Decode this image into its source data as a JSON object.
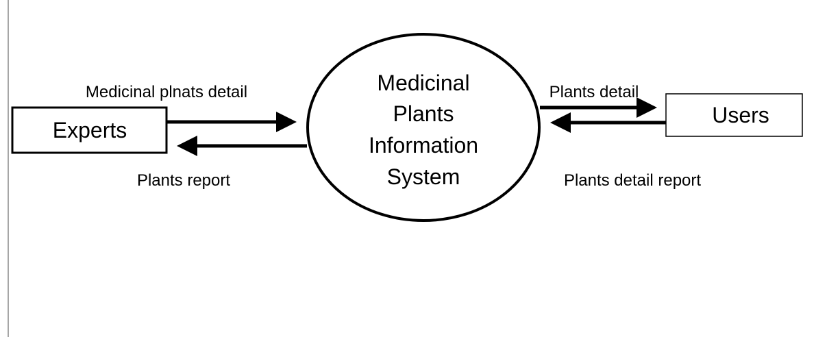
{
  "diagram": {
    "process": {
      "lines": [
        "Medicinal",
        "Plants",
        "Information",
        "System"
      ]
    },
    "entities": {
      "experts": "Experts",
      "users": "Users"
    },
    "flows": {
      "experts_to_process": "Medicinal plnats detail",
      "process_to_experts": "Plants report",
      "process_to_users": "Plants detail",
      "users_to_process": "Plants detail report"
    }
  }
}
